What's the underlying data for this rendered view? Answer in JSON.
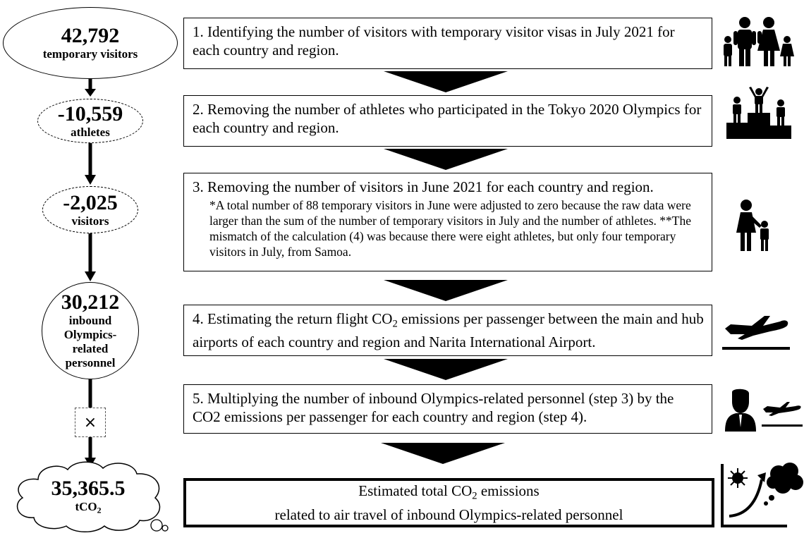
{
  "nodes": [
    {
      "number": "42,792",
      "label": "temporary visitors"
    },
    {
      "number": "-10,559",
      "label": "athletes"
    },
    {
      "number": "-2,025",
      "label": "visitors"
    },
    {
      "number": "30,212",
      "label_lines": [
        "inbound",
        "Olympics-",
        "related",
        "personnel"
      ]
    },
    {
      "number": "35,365.5",
      "label_main": "tCO",
      "label_sub": "2"
    }
  ],
  "operator": "×",
  "steps": [
    {
      "text": "1. Identifying the number of visitors with temporary visitor visas in July 2021 for each country and region."
    },
    {
      "text": "2. Removing the number of athletes who participated in the Tokyo 2020 Olympics for each country and region."
    },
    {
      "text": "3. Removing the number of visitors in June 2021 for each country and region.",
      "note": "*A total number of 88 temporary visitors in June were adjusted to zero because the raw data were larger than the sum of the number of temporary visitors in July and the number of athletes. **The mismatch of the calculation (4) was because there were eight athletes, but only four temporary visitors in July, from Samoa."
    },
    {
      "text_a": "4. Estimating the return flight CO",
      "text_sub": "2",
      "text_b": " emissions per passenger between the main and hub airports of each country and region and Narita International Airport."
    },
    {
      "text": "5. Multiplying the number of inbound Olympics-related personnel (step 3) by the CO2 emissions per passenger for each country and region (step 4)."
    }
  ],
  "final": {
    "line1_a": "Estimated total CO",
    "line1_sub": "2",
    "line1_b": " emissions",
    "line2": "related to air travel of inbound Olympics-related personnel"
  },
  "icons": [
    "family-icon",
    "podium-icon",
    "parent-child-icon",
    "airplane-takeoff-icon",
    "businessman-airplane-icon",
    "rising-emissions-icon"
  ]
}
